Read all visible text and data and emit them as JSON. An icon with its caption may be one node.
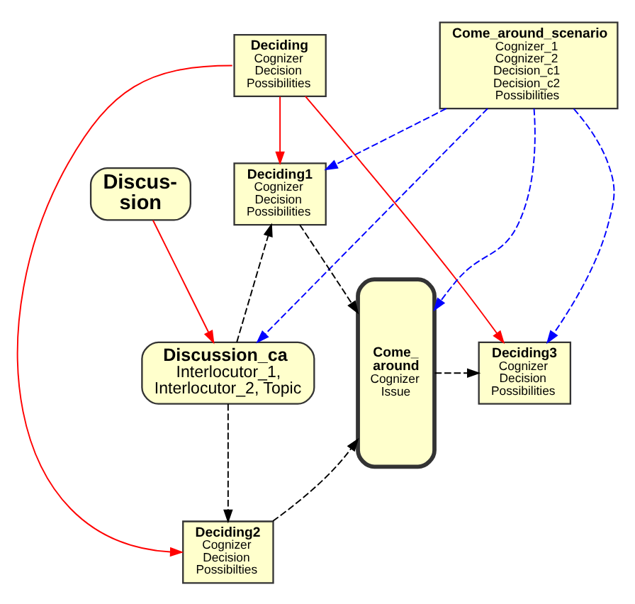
{
  "diagram": {
    "nodes": [
      {
        "text": [
          "Deciding",
          "Cognizer",
          "Decision",
          "Possibilities"
        ]
      },
      {
        "text": [
          "Come_around_scenario",
          "Cognizer_1",
          "Cognizer_2",
          "Decision_c1",
          "Decision_c2",
          "Possibilities"
        ]
      },
      {
        "text": [
          "Discus- sion"
        ]
      },
      {
        "text": [
          "Deciding1",
          "Cognizer",
          "Decision",
          "Possibilities"
        ]
      },
      {
        "text": [
          "Discussion_ca",
          "Interlocutor_1, Interlocutor_2, Topic"
        ]
      },
      {
        "text": [
          "Come_ around",
          "Cognizer",
          "Issue"
        ]
      },
      {
        "text": [
          "Deciding3",
          "Cognizer",
          "Decision",
          "Possibilities"
        ]
      },
      {
        "text": [
          "Deciding2",
          "Cognizer",
          "Decision",
          "Possibilties"
        ]
      }
    ],
    "edges": [
      {
        "from": 0,
        "to": 3,
        "arrow": "to",
        "color": "#ff0000"
      },
      {
        "from": 0,
        "to": 7,
        "arrow": "to",
        "color": "#ff0000"
      },
      {
        "from": 0,
        "to": 6,
        "arrow": "to",
        "color": "#ff0000"
      },
      {
        "from": 2,
        "to": 4,
        "arrow": "to",
        "color": "#ff0000"
      },
      {
        "from": 1,
        "to": 3,
        "arrow": "to",
        "style": "dashed",
        "color": "#0000ff"
      },
      {
        "from": 1,
        "to": 5,
        "arrow": "to",
        "style": "dashed",
        "color": "#0000ff"
      },
      {
        "from": 1,
        "to": 4,
        "arrow": "to",
        "style": "dashed",
        "color": "#0000ff"
      },
      {
        "from": 1,
        "to": 6,
        "arrow": "to",
        "style": "dashed",
        "color": "#0000ff"
      },
      {
        "from": 4,
        "to": 3,
        "arrow": "to",
        "style": "dashed"
      },
      {
        "from": 3,
        "to": 5,
        "arrow": "to",
        "style": "dashed"
      },
      {
        "from": 4,
        "to": 7,
        "arrow": "to",
        "style": "dashed"
      },
      {
        "from": 7,
        "to": 5,
        "arrow": "to",
        "style": "dashed"
      },
      {
        "from": 5,
        "to": 6,
        "arrow": "to",
        "style": "dashed"
      }
    ]
  }
}
